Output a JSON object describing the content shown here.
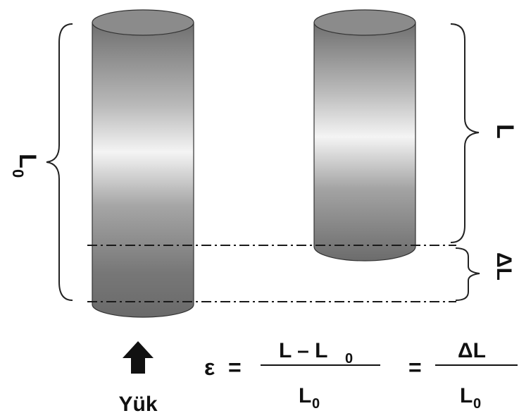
{
  "labels": {
    "original_length": "L",
    "original_length_sub": "0",
    "final_length": "L",
    "delta_length": "ΔL",
    "load": "Yük"
  },
  "formula": {
    "strain_symbol": "ε",
    "equals_1": "=",
    "numerator_1_main": "L – L",
    "numerator_1_sub": "0",
    "denominator_1_main": "L",
    "denominator_1_sub": "0",
    "equals_2": "=",
    "numerator_2": "ΔL",
    "denominator_2_main": "L",
    "denominator_2_sub": "0"
  },
  "colors": {
    "cylinder_dark": "#6e6e6e",
    "cylinder_light": "#f2f2f2",
    "cylinder_top": "#8a8a8a",
    "line": "#1a1a1a"
  },
  "icons": {
    "load_arrow": "up-arrow-icon"
  }
}
